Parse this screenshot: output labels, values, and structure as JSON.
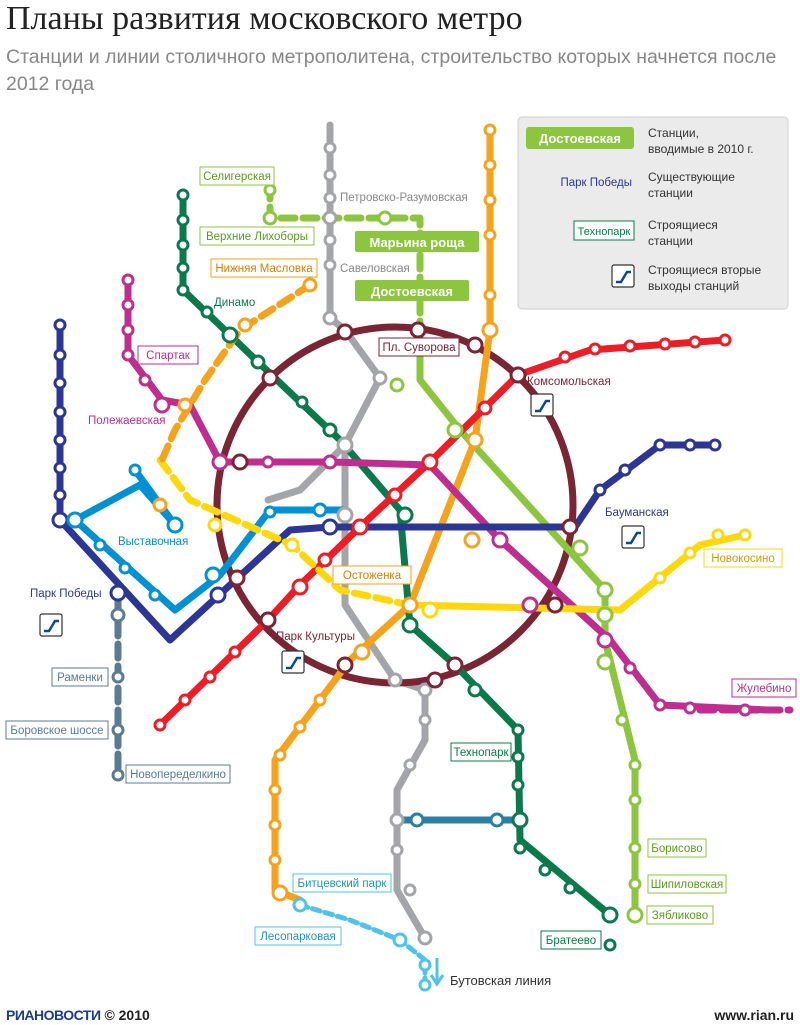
{
  "title": "Планы развития московского метро",
  "subtitle": "Станции и линии столичного метрополитена, строительство которых начнется после 2012 года",
  "legend": {
    "item1_badge": "Достоевская",
    "item1_text_1": "Станции,",
    "item1_text_2": "вводимые в 2010 г.",
    "item2_badge": "Парк Победы",
    "item2_text_1": "Существующие",
    "item2_text_2": "станции",
    "item3_badge": "Технопарк",
    "item3_text_1": "Строящиеся",
    "item3_text_2": "станции",
    "item4_text_1": "Строящиеся вторые",
    "item4_text_2": "выходы станций"
  },
  "colors": {
    "green_line": "#0a7a4c",
    "red_line": "#ee1c25",
    "blue_line": "#2c3695",
    "light_blue": "#0090d4",
    "orange_line": "#f7a21b",
    "purple_line": "#be2d8f",
    "ring": "#7a2434",
    "grey_line": "#a3a5a8",
    "lime_line": "#8cc63f",
    "yellow_line": "#ffd80b",
    "kakhovskaya": "#2c7fa3",
    "butovo": "#4fc3e8",
    "new_badge": "#8cc63f",
    "legend_bg": "#ebebeb"
  },
  "labels": {
    "seligerskaya": "Селигерская",
    "petrovsko": "Петровско-Разумовская",
    "verkhnie": "Верхние Лихоборы",
    "marina": "Марьина роща",
    "nizhnyaya": "Нижняя Масловка",
    "savelovskaya": "Савеловская",
    "dostoevskaya": "Достоевская",
    "dinamo": "Динамо",
    "suvorova": "Пл. Суворова",
    "spartak": "Спартак",
    "komsomolskaya": "Комсомольская",
    "polezhaevskaya": "Полежаевская",
    "baumanskaya": "Бауманская",
    "vystavochnaya": "Выставочная",
    "novokosino": "Новокосино",
    "park_pobedy": "Парк Победы",
    "ostozhenka": "Остоженка",
    "park_kultury": "Парк Культуры",
    "ramenki": "Раменки",
    "zhulebino": "Жулебино",
    "borovskoe": "Боровское шоссе",
    "tekhnopark": "Технопарк",
    "novoperedelkino": "Новопеределкино",
    "borisovo": "Борисово",
    "shipilovskaya": "Шипиловская",
    "bitsevsky": "Битцевский парк",
    "zyablikovo": "Зябликово",
    "lesoparkovaya": "Лесопарковая",
    "brateevo": "Братеево",
    "butovskaya": "Бутовская линия"
  },
  "footer": {
    "brand": "РИАНОВОСТИ",
    "copyright": "© 2010",
    "site": "www.rian.ru"
  }
}
